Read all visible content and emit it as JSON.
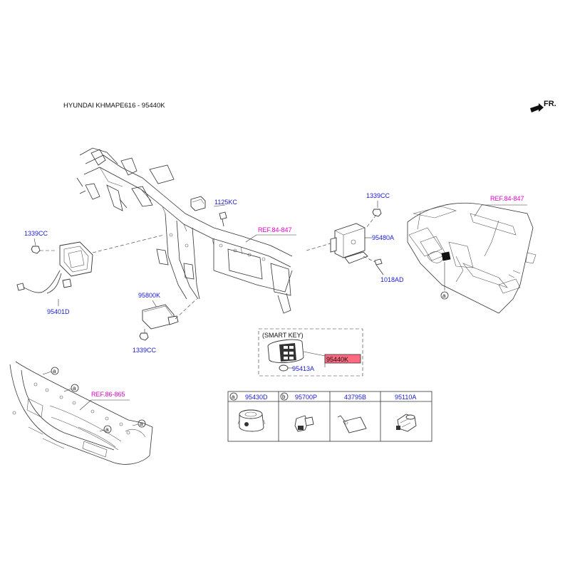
{
  "header": {
    "title": "HYUNDAI KHMAPE616 - 95440K",
    "front_label": "FR."
  },
  "colors": {
    "part_label": "#1a1ad0",
    "ref_label": "#e000c8",
    "highlight_fill": "#ff6a80"
  },
  "labels": {
    "p1125kc": "1125KC",
    "p1339cc_top": "1339CC",
    "p1339cc_left": "1339CC",
    "p1339cc_bottom": "1339CC",
    "p95480a": "95480A",
    "p1018ad": "1018AD",
    "p95800k": "95800K",
    "p95401d": "95401D",
    "p95413a": "95413A",
    "p95440k": "95440K",
    "smart_key": "(SMART KEY)"
  },
  "refs": {
    "ref_crossmember": "REF.84-847",
    "ref_dashboard": "REF.84-847",
    "ref_bumper": "REF.86-865"
  },
  "callouts": {
    "a": "a",
    "b": "b"
  },
  "parts_table": {
    "columns": [
      {
        "circle": "a",
        "part_no": "95430D",
        "icon": "lock-cylinder-icon"
      },
      {
        "circle": "b",
        "part_no": "95700P",
        "icon": "sensor-plug-icon"
      },
      {
        "circle": "",
        "part_no": "43795B",
        "icon": "tag-icon"
      },
      {
        "circle": "",
        "part_no": "95110A",
        "icon": "connector-icon"
      }
    ]
  }
}
